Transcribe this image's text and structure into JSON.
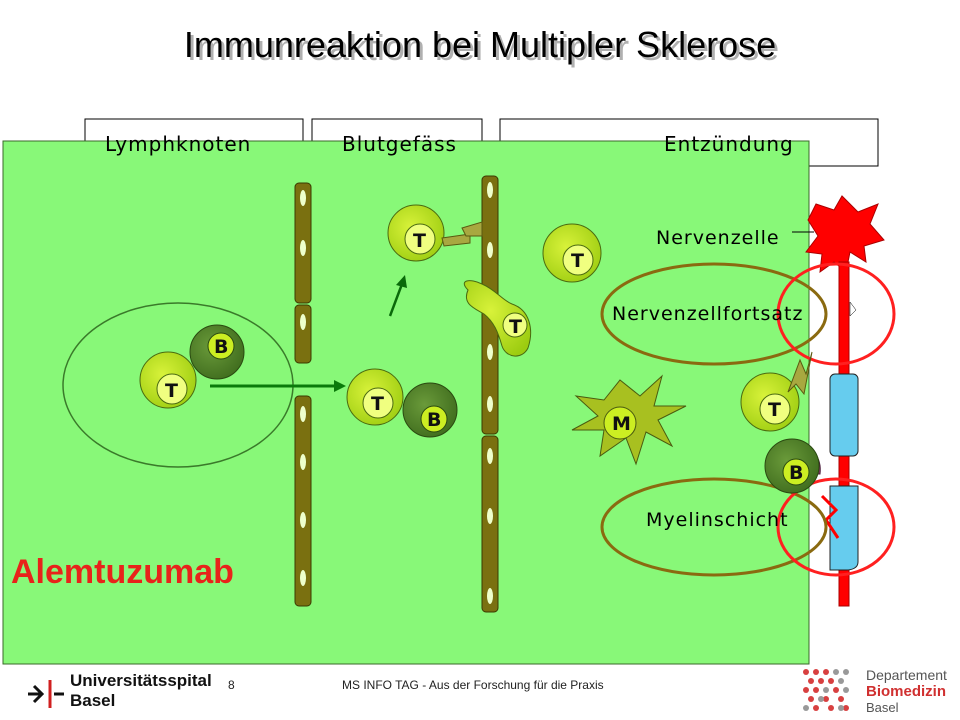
{
  "title": "Immunreaktion bei Multipler Sklerose",
  "headers": {
    "lymph": "Lymphknoten",
    "blood": "Blutgefäss",
    "inflammation": "Entzündung"
  },
  "cells": {
    "t": "T",
    "b": "B",
    "m": "M"
  },
  "labels": {
    "nerve_cell": "Nervenzelle",
    "nerve_process": "Nervenzellfortsatz",
    "myelin": "Myelinschicht"
  },
  "drug": "Alemtuzumab",
  "footer": {
    "university_name": "Universitätsspital",
    "university_city": "Basel",
    "page_number": "8",
    "text": "MS INFO TAG - Aus der Forschung für die Praxis",
    "dept_line1": "Departement",
    "dept_line2": "Biomedizin",
    "dept_line3": "Basel"
  },
  "colors": {
    "overlay_green": "#88f878",
    "cell_light": "#ccee22",
    "cell_dark": "#4f8a2a",
    "vessel": "#7a7010",
    "nerve_red": "#ff0000",
    "myelin_blue": "#66ccee",
    "ellipse_brown": "#8a6a10",
    "ellipse_red": "#ff2020",
    "drug_red": "#e8231a"
  }
}
